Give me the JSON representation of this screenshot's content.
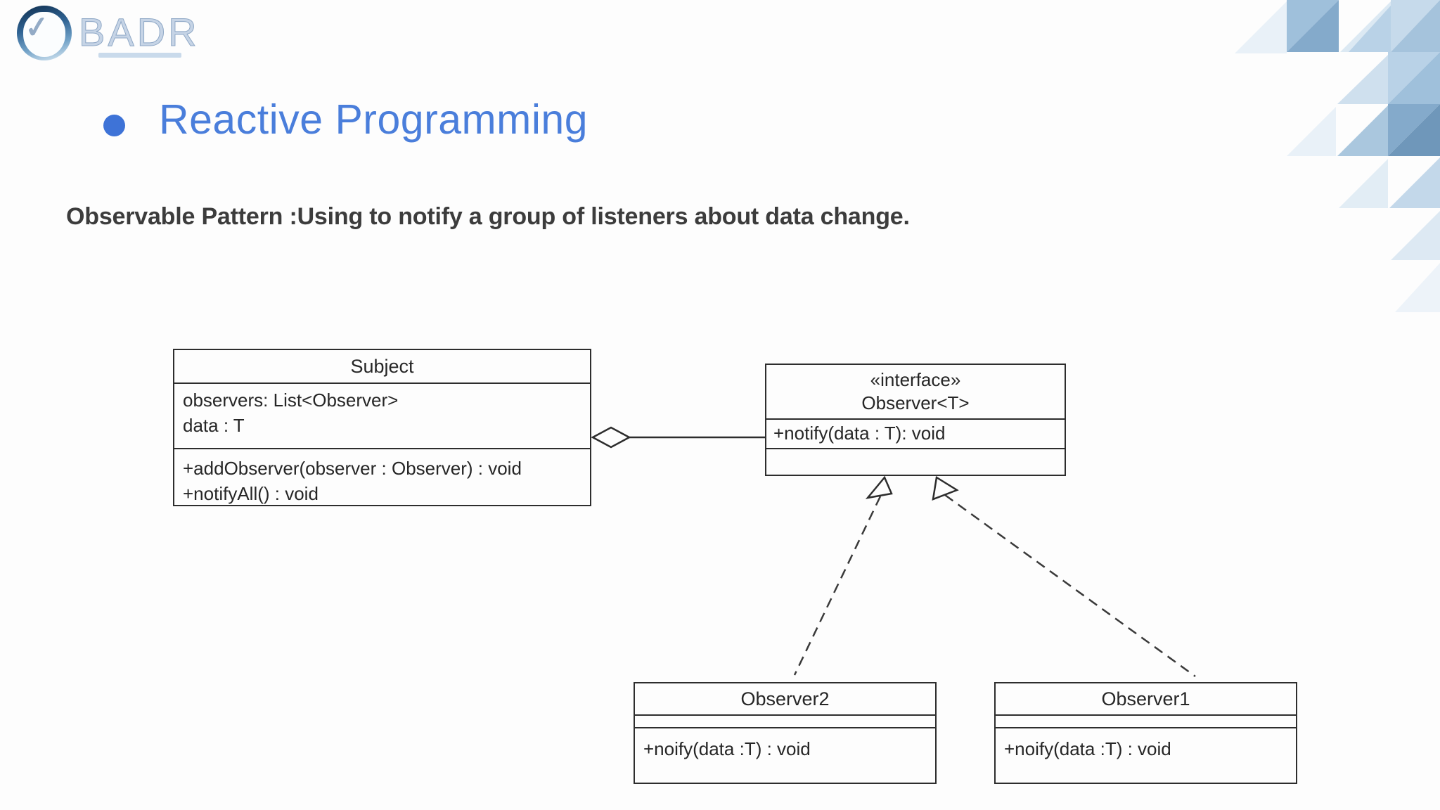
{
  "logo": {
    "brand": "BADR",
    "icon": "check-circle"
  },
  "header": {
    "bullet": "blue-dot",
    "title": "Reactive Programming"
  },
  "subtitle": "Observable Pattern :Using to notify a group of listeners about data change.",
  "diagram": {
    "subject": {
      "title": "Subject",
      "attributes": [
        "observers: List<Observer>",
        "data : T"
      ],
      "methods": [
        "+addObserver(observer : Observer) : void",
        "+notifyAll() : void"
      ]
    },
    "interface": {
      "stereotype": "«interface»",
      "title": "Observer<T>",
      "methods": [
        "+notify(data : T): void"
      ]
    },
    "observer2": {
      "title": "Observer2",
      "methods": [
        "+noify(data :T) : void"
      ]
    },
    "observer1": {
      "title": "Observer1",
      "methods": [
        "+noify(data :T) : void"
      ]
    },
    "relations": {
      "aggregation": "Subject ◇— Observer<T>",
      "realizations": [
        "Observer2 ---▷ Observer<T>",
        "Observer1 ---▷ Observer<T>"
      ]
    }
  },
  "colors": {
    "accent_blue": "#4a7edb",
    "bullet_blue": "#3e73d7",
    "text_dark": "#3c3c3c",
    "uml_line": "#2d2d2d",
    "mosaic_palette": [
      "#edf3f9",
      "#e9f1f8",
      "#dce9f3",
      "#c6daeb",
      "#b9d2e7",
      "#9fc0db",
      "#84aacb",
      "#6f97ba"
    ]
  }
}
